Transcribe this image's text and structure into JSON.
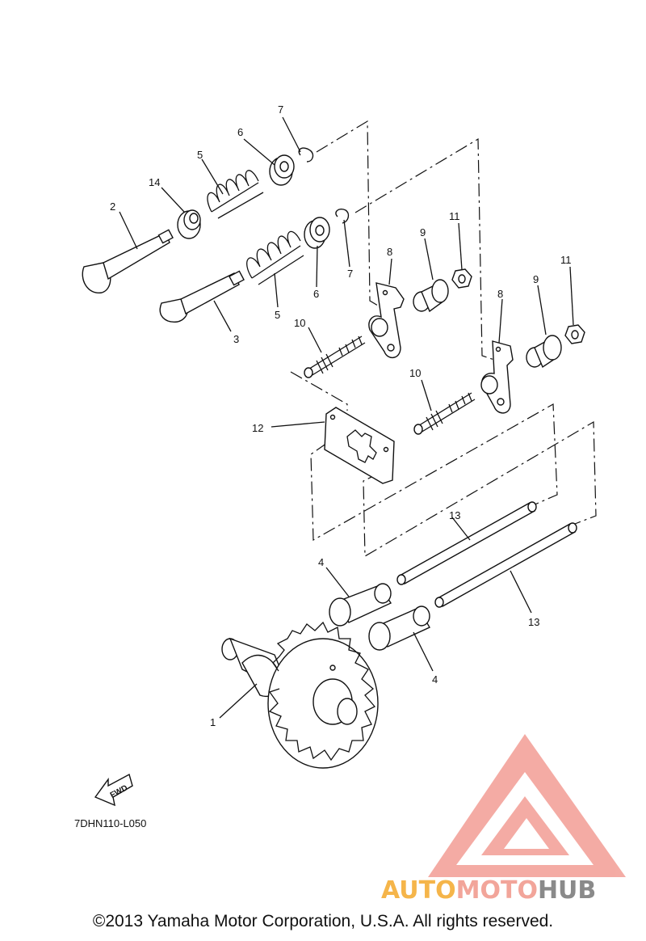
{
  "callouts": {
    "c1": "1",
    "c2": "2",
    "c3": "3",
    "c4a": "4",
    "c4b": "4",
    "c5a": "5",
    "c5b": "5",
    "c6a": "6",
    "c6b": "6",
    "c7a": "7",
    "c7b": "7",
    "c8a": "8",
    "c8b": "8",
    "c9a": "9",
    "c9b": "9",
    "c10a": "10",
    "c10b": "10",
    "c11a": "11",
    "c11b": "11",
    "c12": "12",
    "c13a": "13",
    "c13b": "13",
    "c14": "14"
  },
  "fwd_label": "FWD",
  "diagram_code": "7DHN110-L050",
  "watermark": {
    "part1": "AUTO",
    "part2": "MOTO",
    "part3": "HUB",
    "color_auto": "#f5b54a",
    "color_moto": "#f2a59a",
    "color_hub": "#8a8a8a",
    "logo_color": "#f3a39b"
  },
  "copyright": "©2013 Yamaha Motor Corporation, U.S.A. All rights reserved."
}
